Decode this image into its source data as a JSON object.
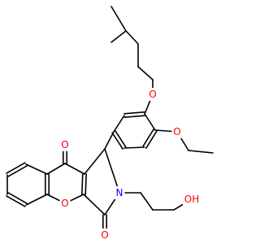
{
  "molecule": {
    "colors": {
      "bond": "#000000",
      "oxygen": "#ff0000",
      "nitrogen": "#0000ff",
      "background": "#ffffff"
    },
    "atom_labels": {
      "o_pentyloxy": "O",
      "o_ethoxy": "O",
      "o_ketone": "O",
      "o_ring": "O",
      "o_imide": "O",
      "n_imide": "N",
      "oh_hydroxyl": "OH"
    }
  }
}
